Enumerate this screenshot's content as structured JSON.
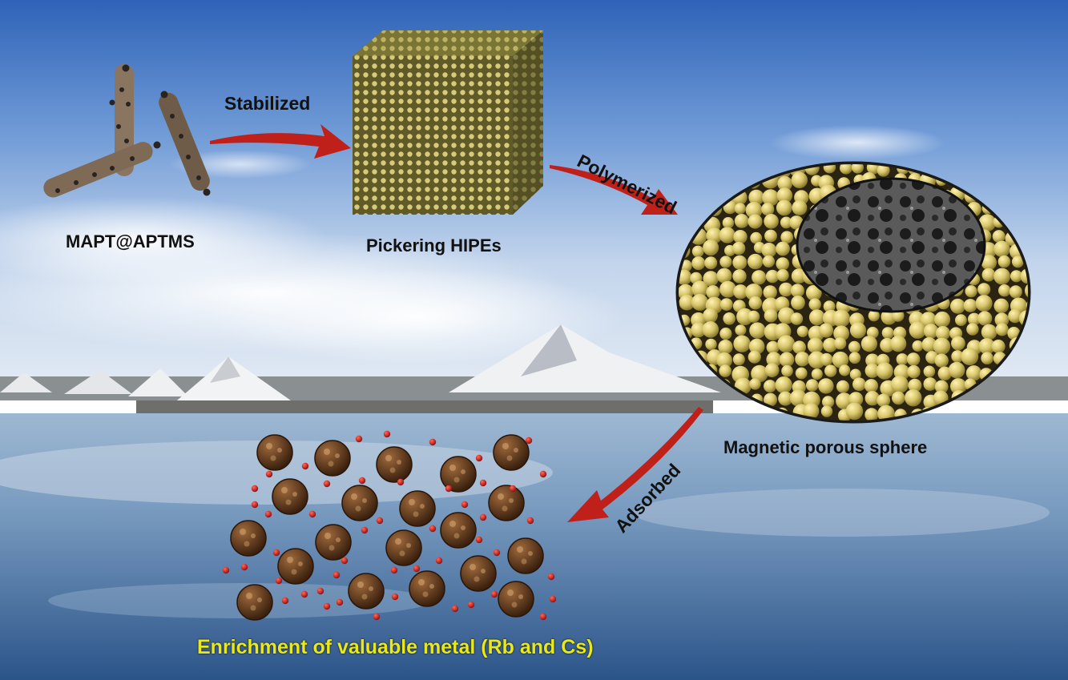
{
  "figure": {
    "stages": {
      "precursor": "MAPT@APTMS",
      "emulsion": "Pickering HIPEs",
      "product": "Magnetic porous sphere"
    },
    "steps": {
      "stabilized": "Stabilized",
      "polymerized": "Polymerized",
      "adsorbed": "Adsorbed"
    },
    "caption": "Enrichment of valuable metal (Rb and Cs)",
    "colors": {
      "arrow": "#c0201a",
      "caption": "#e8e81a",
      "label": "#111111",
      "rod": "#8a7560",
      "cube": "#6b6630",
      "bead": "#d9c870",
      "ion": "#c81414"
    },
    "icons": [
      "rod-icon",
      "cube-icon",
      "sphere-icon",
      "sem-inset-icon",
      "adsorbent-sphere-icon",
      "metal-ion-icon",
      "arrow-icon"
    ]
  }
}
